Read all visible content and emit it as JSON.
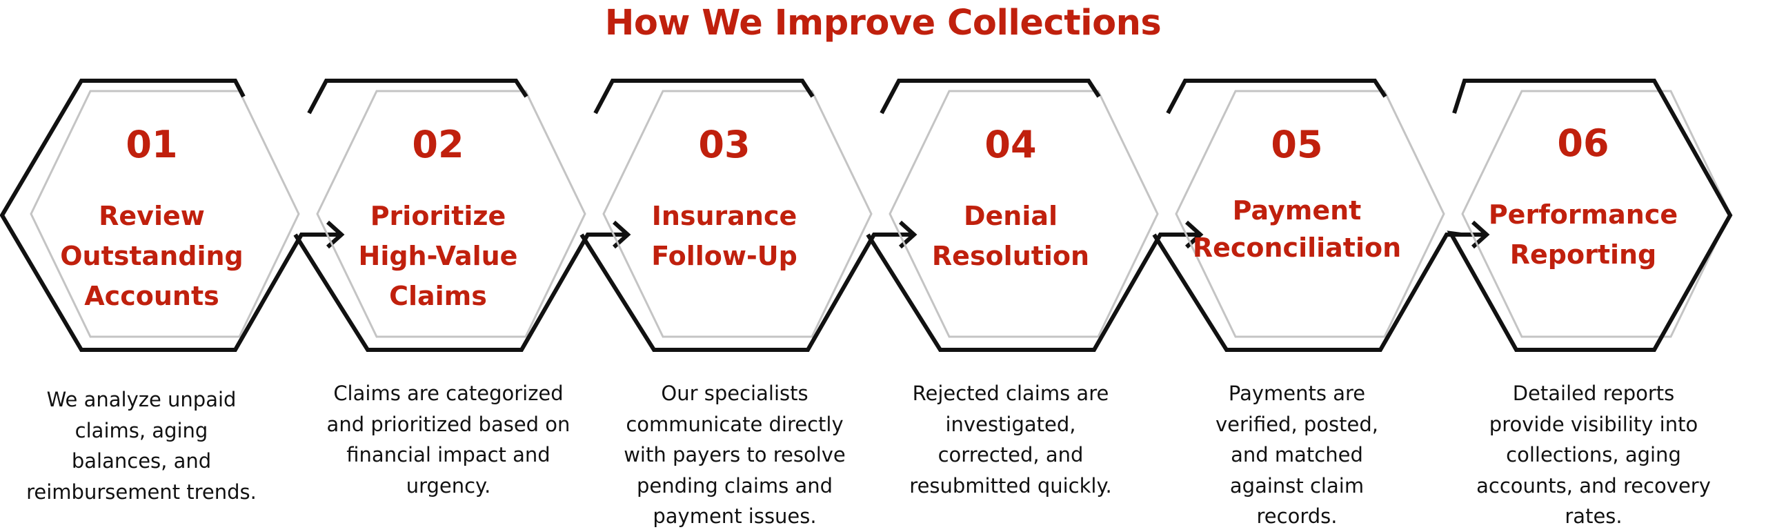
{
  "title": "How We Improve Collections",
  "steps": [
    {
      "num": "01",
      "label": "Review Outstanding Accounts",
      "desc": "We analyze unpaid claims, aging balances, and reimbursement trends."
    },
    {
      "num": "02",
      "label": "Prioritize High-Value Claims",
      "desc": "Claims are categorized and prioritized based on financial impact and urgency."
    },
    {
      "num": "03",
      "label": "Insurance Follow-Up",
      "desc": "Our specialists communicate directly with payers to resolve pending claims and payment issues."
    },
    {
      "num": "04",
      "label": "Denial Resolution",
      "desc": "Rejected claims are investigated, corrected, and resubmitted quickly."
    },
    {
      "num": "05",
      "label": "Payment Reconciliation",
      "desc": "Payments are verified, posted, and matched against claim records."
    },
    {
      "num": "06",
      "label": "Performance Reporting",
      "desc": "Detailed reports provide visibility into collections, aging accounts, and recovery rates."
    }
  ],
  "colors": {
    "accent": "#c0200d",
    "outline": "#111111",
    "inner": "#c4c4c4"
  }
}
